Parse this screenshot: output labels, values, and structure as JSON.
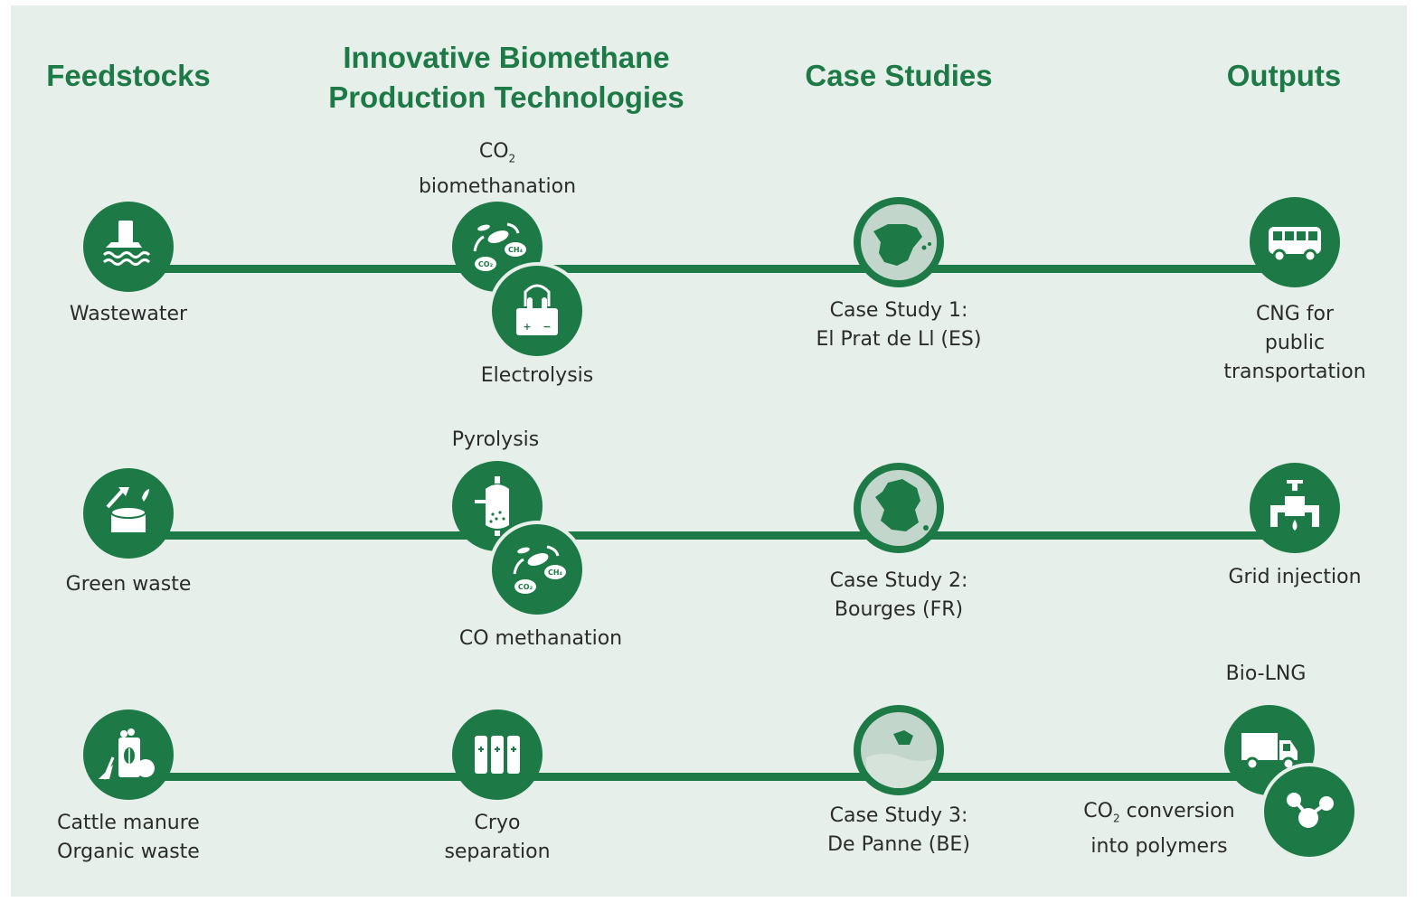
{
  "headers": {
    "feedstocks": "Feedstocks",
    "technologies_line1": "Innovative Biomethane",
    "technologies_line2": "Production Technologies",
    "case_studies": "Case Studies",
    "outputs": "Outputs"
  },
  "rows": [
    {
      "feedstock": "Wastewater",
      "tech_top_line1": "CO",
      "tech_top_sub": "2",
      "tech_top_line2": "biomethanation",
      "tech_bottom": "Electrolysis",
      "case_line1": "Case Study 1:",
      "case_line2": "El Prat de Ll (ES)",
      "output_line1": "CNG for",
      "output_line2": "public",
      "output_line3": "transportation"
    },
    {
      "feedstock": "Green waste",
      "tech_top": "Pyrolysis",
      "tech_bottom": "CO methanation",
      "case_line1": "Case Study 2:",
      "case_line2": "Bourges (FR)",
      "output": "Grid injection"
    },
    {
      "feedstock_line1": "Cattle manure",
      "feedstock_line2": "Organic waste",
      "tech_line1": "Cryo",
      "tech_line2": "separation",
      "case_line1": "Case Study 3:",
      "case_line2": "De Panne (BE)",
      "output_top": "Bio-LNG",
      "output_bottom_co": "CO",
      "output_bottom_sub": "2",
      "output_bottom_rest": " conversion",
      "output_bottom_line2": "into polymers"
    }
  ],
  "icon_text": {
    "co2": "CO₂",
    "ch4": "CH₄",
    "plus": "+",
    "minus": "−"
  },
  "colors": {
    "green": "#1d7a46",
    "background": "#e6efea",
    "globe": "#c3d6cb",
    "text": "#2b2b2b"
  }
}
